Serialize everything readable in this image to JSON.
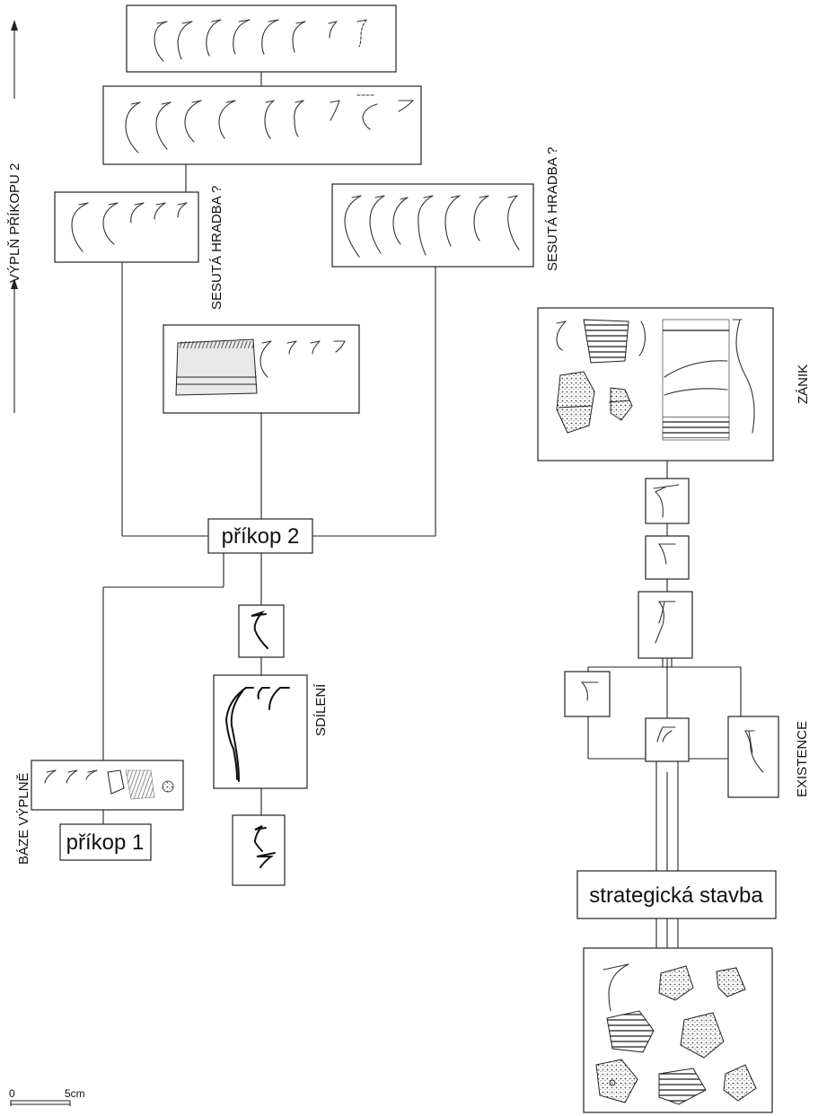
{
  "nodes": {
    "prikop2": "příkop 2",
    "prikop1": "příkop 1",
    "strategicka": "strategická stavba"
  },
  "labels": {
    "vypln": "VÝPLŇ PŘÍKOPU 2",
    "sesuta1": "SESUTÁ HRADBA ?",
    "sesuta2": "SESUTÁ HRADBA ?",
    "zanik": "ZÁNIK",
    "sdileni": "SDÍLENÍ",
    "existence": "EXISTENCE",
    "baze": "BÁZE VÝPLNĚ"
  },
  "scale": {
    "zero": "0",
    "five": "5cm"
  }
}
